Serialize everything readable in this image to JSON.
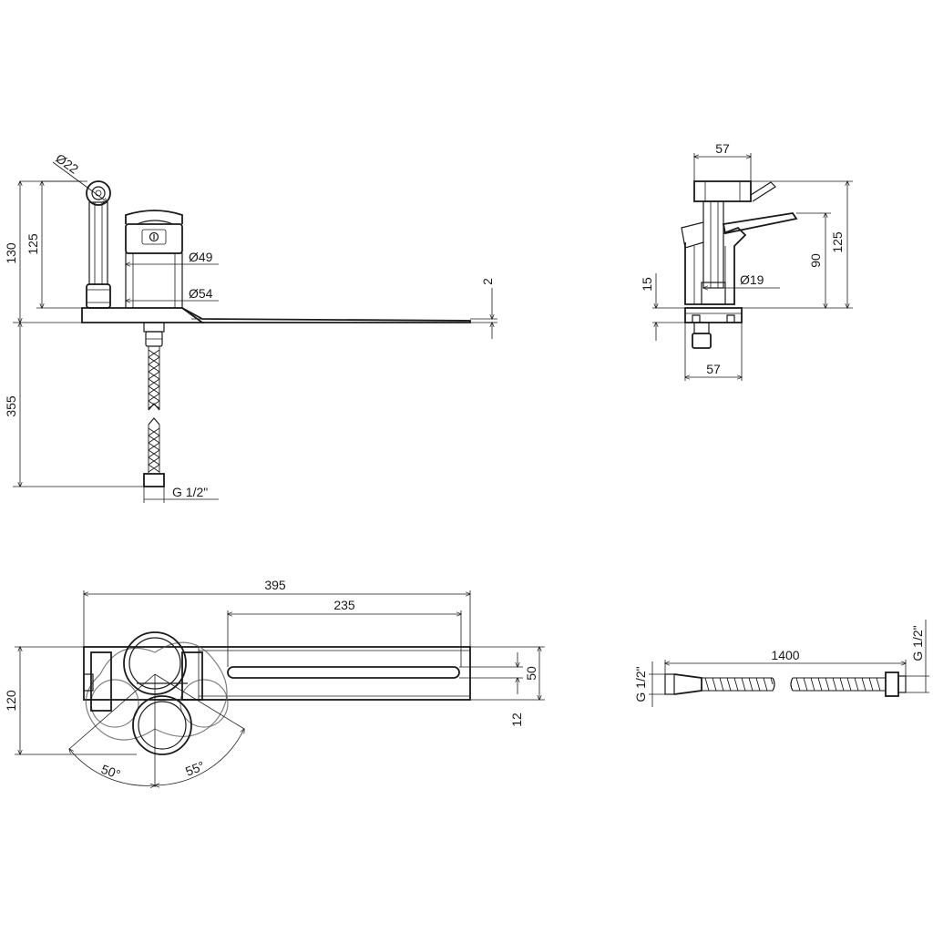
{
  "side_view": {
    "dim_handshower_diameter": "Ø22",
    "dim_total_height": "130",
    "dim_handshower_height": "125",
    "dim_body_diameter_top": "Ø49",
    "dim_body_diameter_base": "Ø54",
    "dim_spout_thickness": "2",
    "dim_hose_length": "355",
    "dim_connection_thread": "G 1/2\""
  },
  "front_view": {
    "dim_top_width": "57",
    "dim_bottom_width": "57",
    "dim_total_height": "125",
    "dim_lever_height": "90",
    "dim_base_height": "15",
    "dim_pipe_diameter": "Ø19"
  },
  "top_view": {
    "dim_total_length": "395",
    "dim_spout_length": "235",
    "dim_depth": "120",
    "dim_spout_width": "50",
    "dim_spout_slot": "12",
    "angle_left": "50°",
    "angle_right": "55°"
  },
  "hose_view": {
    "dim_hose_length": "1400",
    "thread_left": "G 1/2\"",
    "thread_right": "G 1/2\""
  }
}
